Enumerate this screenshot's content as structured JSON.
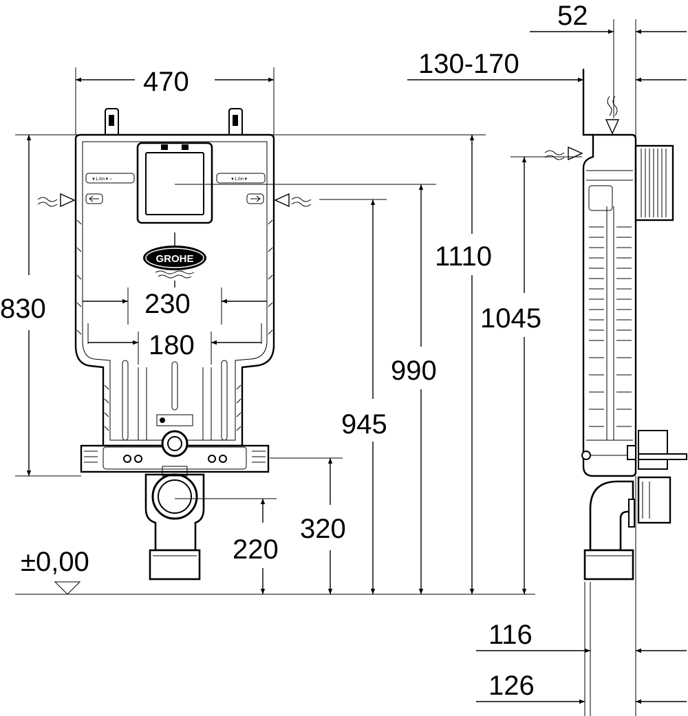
{
  "brand": {
    "logo_text": "GROHE"
  },
  "dimensions": {
    "d52": "52",
    "d130_170": "130-170",
    "d470": "470",
    "d830": "830",
    "d230": "230",
    "d180": "180",
    "d1110": "1110",
    "d1045": "1045",
    "d990": "990",
    "d945": "945",
    "d320": "320",
    "d220": "220",
    "zero": "±0,00",
    "d116": "116",
    "d126": "126"
  }
}
